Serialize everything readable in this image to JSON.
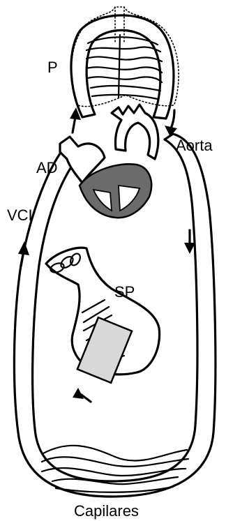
{
  "labels": {
    "p": "P",
    "aorta": "Aorta",
    "ad": "AD",
    "vci": "VCI",
    "sp": "SP",
    "capilares": "Capilares"
  },
  "colors": {
    "ventricle_fill": "#6b6b6b",
    "shunt_fill": "#d9d9d9",
    "outline": "#000000",
    "background": "#ffffff"
  }
}
